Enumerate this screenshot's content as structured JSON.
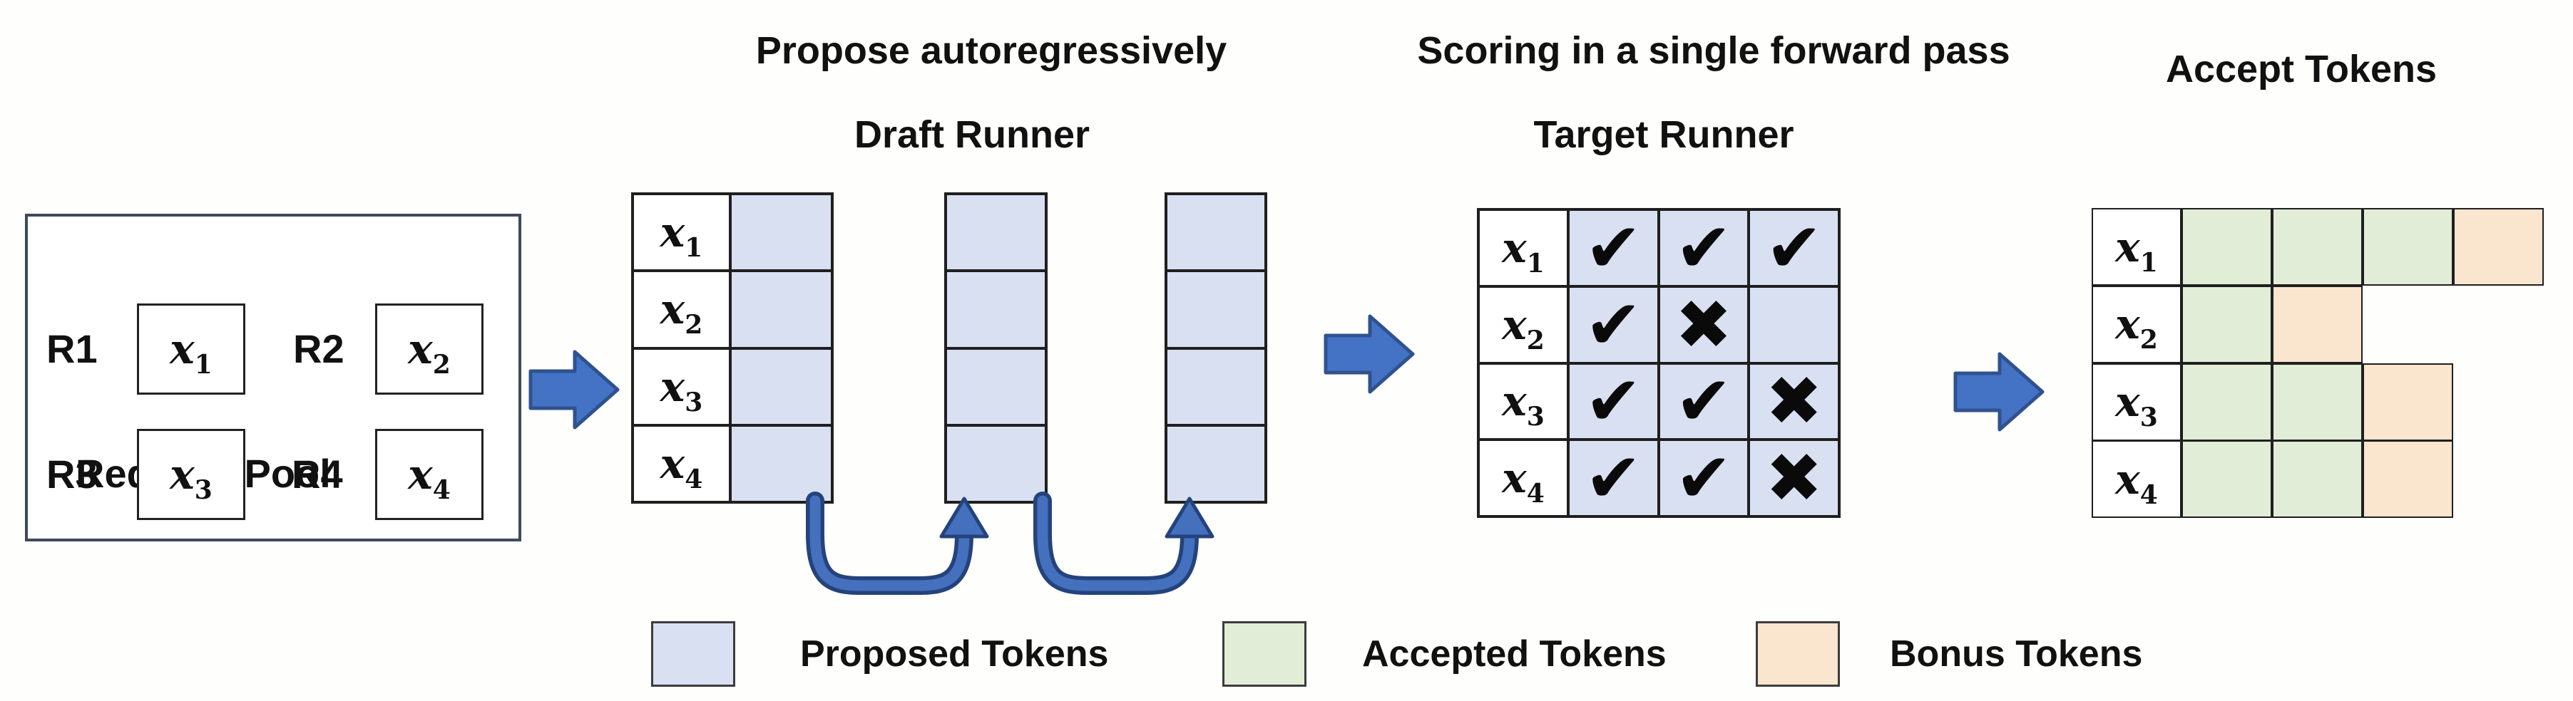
{
  "titles": {
    "propose": "Propose autoregressively",
    "draft_runner": "Draft Runner",
    "scoring": "Scoring in a single forward pass",
    "target_runner": "Target Runner",
    "accept": "Accept Tokens"
  },
  "request_pool": {
    "title": "Request Pool",
    "requests": [
      {
        "id": "R1",
        "token": "x",
        "sub": "1"
      },
      {
        "id": "R2",
        "token": "x",
        "sub": "2"
      },
      {
        "id": "R3",
        "token": "x",
        "sub": "3"
      },
      {
        "id": "R4",
        "token": "x",
        "sub": "4"
      }
    ]
  },
  "draft": {
    "row_tokens": [
      {
        "token": "x",
        "sub": "1"
      },
      {
        "token": "x",
        "sub": "2"
      },
      {
        "token": "x",
        "sub": "3"
      },
      {
        "token": "x",
        "sub": "4"
      }
    ],
    "proposal_columns": 3
  },
  "target": {
    "rows": [
      {
        "token": "x",
        "sub": "1",
        "marks": [
          "check",
          "check",
          "check"
        ]
      },
      {
        "token": "x",
        "sub": "2",
        "marks": [
          "check",
          "cross",
          "none"
        ]
      },
      {
        "token": "x",
        "sub": "3",
        "marks": [
          "check",
          "check",
          "cross"
        ]
      },
      {
        "token": "x",
        "sub": "4",
        "marks": [
          "check",
          "check",
          "cross"
        ]
      }
    ]
  },
  "accept": {
    "rows": [
      {
        "token": "x",
        "sub": "1",
        "cells": [
          "accepted",
          "accepted",
          "accepted",
          "bonus"
        ]
      },
      {
        "token": "x",
        "sub": "2",
        "cells": [
          "accepted",
          "bonus"
        ]
      },
      {
        "token": "x",
        "sub": "3",
        "cells": [
          "accepted",
          "accepted",
          "bonus"
        ]
      },
      {
        "token": "x",
        "sub": "4",
        "cells": [
          "accepted",
          "accepted",
          "bonus"
        ]
      }
    ]
  },
  "legend": [
    {
      "label": "Proposed Tokens",
      "type": "proposed"
    },
    {
      "label": "Accepted Tokens",
      "type": "accepted"
    },
    {
      "label": "Bonus Tokens",
      "type": "bonus"
    }
  ],
  "glyphs": {
    "check": "✔",
    "cross": "✖",
    "none": ""
  },
  "colors": {
    "proposed": "#D9E0F1",
    "accepted": "#E1EDD6",
    "bonus": "#FAE5CF",
    "arrow_fill": "#4472C4",
    "arrow_stroke": "#2F528F",
    "grid_border": "#1F1F1F"
  }
}
